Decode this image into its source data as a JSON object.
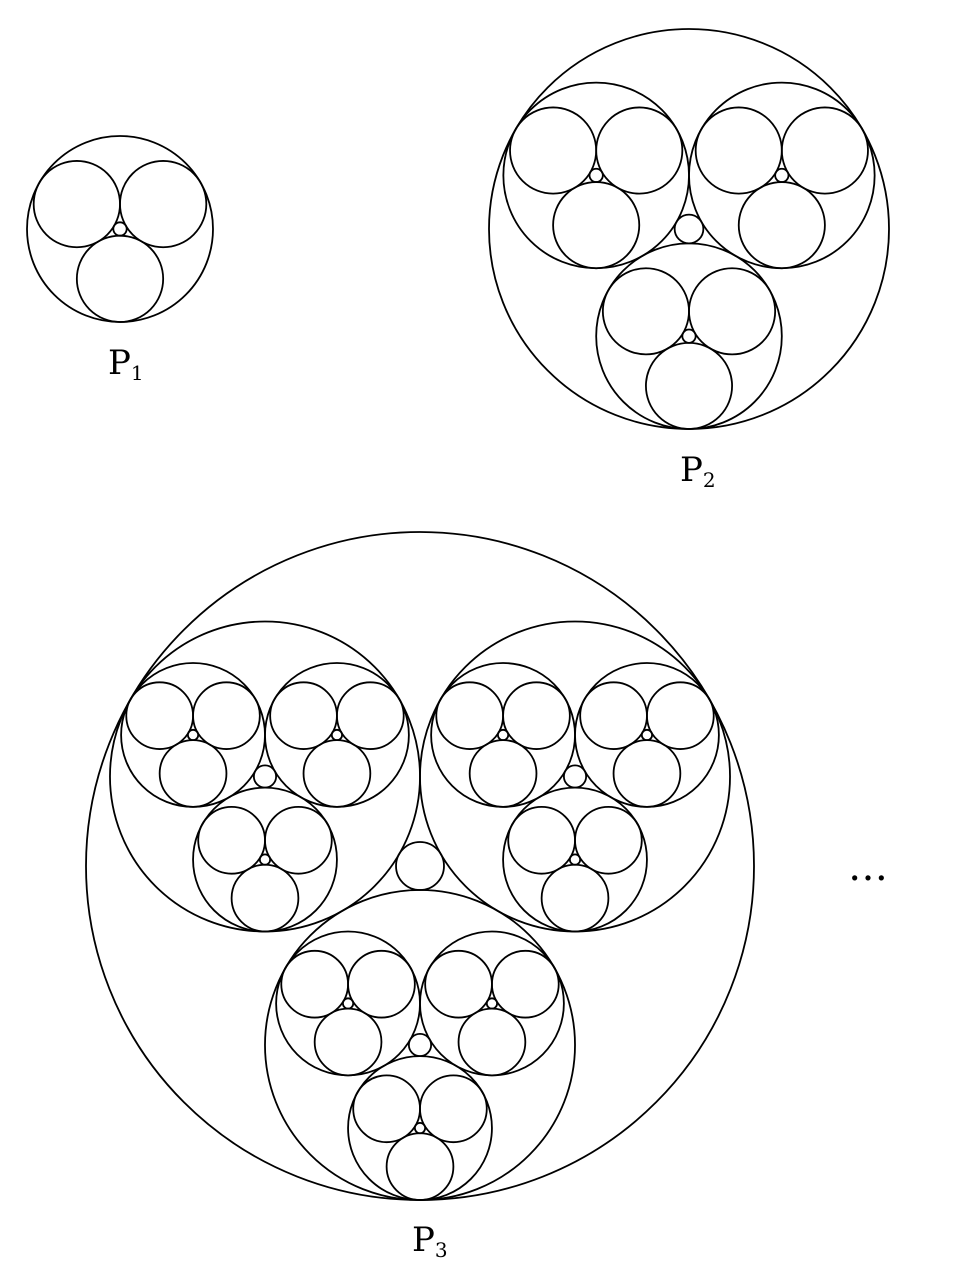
{
  "figures": [
    {
      "id": "p1",
      "label": "P",
      "subscript": "1",
      "depth": 1
    },
    {
      "id": "p2",
      "label": "P",
      "subscript": "2",
      "depth": 2
    },
    {
      "id": "p3",
      "label": "P",
      "subscript": "3",
      "depth": 3
    }
  ],
  "ellipsis": "…",
  "colors": {
    "stroke": "#000000",
    "background": "#ffffff"
  }
}
